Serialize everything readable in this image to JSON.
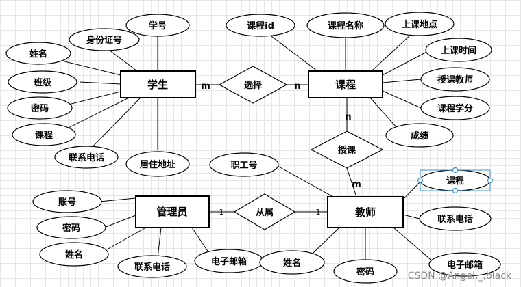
{
  "entities": {
    "student": "学生",
    "course": "课程",
    "admin": "管理员",
    "teacher": "教师"
  },
  "relations": {
    "select": "选择",
    "teach": "授课",
    "belong": "从属"
  },
  "cardinality": {
    "student_select": "m",
    "select_course": "n",
    "course_teach": "n",
    "teach_teacher": "m",
    "admin_belong": "1",
    "belong_teacher": "1"
  },
  "student_attrs": {
    "student_no": "学号",
    "id_card": "身份证号",
    "name": "姓名",
    "class": "班级",
    "password": "密码",
    "course": "课程",
    "phone": "联系电话",
    "address": "居住地址"
  },
  "course_attrs": {
    "course_id": "课程id",
    "course_name": "课程名称",
    "location": "上课地点",
    "time": "上课时间",
    "teacher": "授课教师",
    "credit": "课程学分",
    "score": "成绩"
  },
  "admin_attrs": {
    "account": "账号",
    "password": "密码",
    "name": "姓名",
    "phone": "联系电话",
    "email": "电子邮箱"
  },
  "teacher_attrs": {
    "staff_no": "职工号",
    "course": "课程",
    "phone": "联系电话",
    "email": "电子邮箱",
    "password": "密码",
    "name": "姓名"
  },
  "watermark": "CSDN @Angel,_,black"
}
